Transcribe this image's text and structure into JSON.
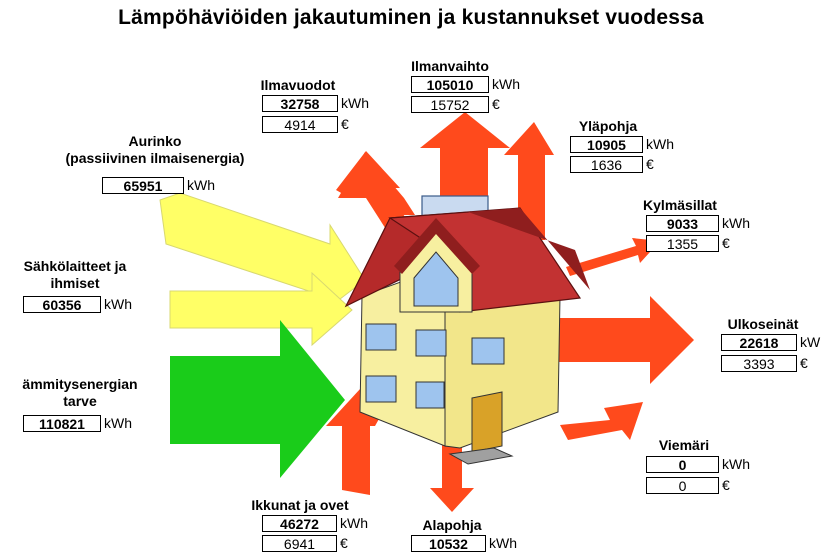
{
  "title": "Lämpöhäviöiden jakautuminen ja kustannukset vuodessa",
  "units": {
    "energy": "kWh",
    "cost": "€",
    "ulko_energy": "kW"
  },
  "inputs": {
    "aurinko": {
      "label1": "Aurinko",
      "label2": "(passiivinen ilmaisenergia)",
      "kwh": "65951"
    },
    "sahko": {
      "label1": "Sähkölaitteet ja",
      "label2": "ihmiset",
      "kwh": "60356"
    },
    "lammitys": {
      "label1": "ämmitysenergian",
      "label2": "tarve",
      "kwh": "110821"
    }
  },
  "losses": {
    "ilmavuodot": {
      "label": "Ilmavuodot",
      "kwh": "32758",
      "eur": "4914"
    },
    "ilmanvaihto": {
      "label": "Ilmanvaihto",
      "kwh": "105010",
      "eur": "15752"
    },
    "ylapohja": {
      "label": "Yläpohja",
      "kwh": "10905",
      "eur": "1636"
    },
    "kylmasillat": {
      "label": "Kylmäsillat",
      "kwh": "9033",
      "eur": "1355"
    },
    "ulkoseinat": {
      "label": "Ulkoseinät",
      "kwh": "22618",
      "eur": "3393"
    },
    "viemari": {
      "label": "Viemäri",
      "kwh": "0",
      "eur": "0"
    },
    "ikkunat": {
      "label": "Ikkunat ja ovet",
      "kwh": "46272",
      "eur": "6941"
    },
    "alapohja": {
      "label": "Alapohja",
      "kwh": "10532"
    }
  },
  "colors": {
    "loss": "#FF4A1C",
    "sun": "#FFFF66",
    "heating": "#1ACC1A",
    "roof": "#B52A2A",
    "wall": "#F7EFA0"
  }
}
